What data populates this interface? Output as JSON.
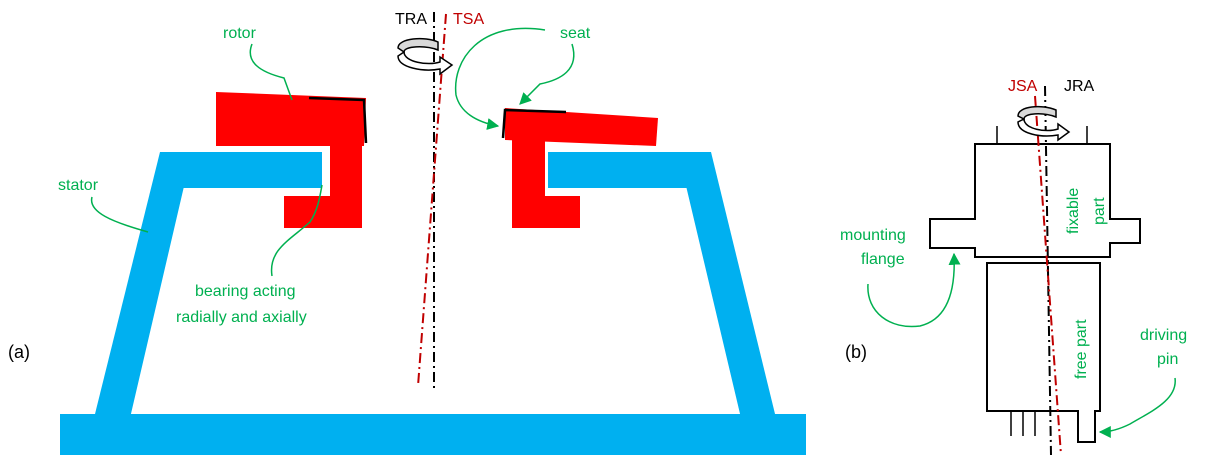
{
  "colors": {
    "stator": "#00b0f0",
    "rotor": "#ff0000",
    "annotation": "#00b050",
    "axis_red": "#c00000",
    "outline": "#000000"
  },
  "panel_a": {
    "label": "(a)",
    "axis_rotation_label": "TRA",
    "axis_symmetry_label": "TSA",
    "rotor_label": "rotor",
    "seat_label": "seat",
    "stator_label": "stator",
    "bearing_label_line1": "bearing acting",
    "bearing_label_line2": "radially and axially"
  },
  "panel_b": {
    "label": "(b)",
    "axis_symmetry_label": "JSA",
    "axis_rotation_label": "JRA",
    "fixable_label_line1": "fixable",
    "fixable_label_line2": "part",
    "free_label": "free part",
    "flange_label_line1": "mounting",
    "flange_label_line2": "flange",
    "pin_label_line1": "driving",
    "pin_label_line2": "pin"
  },
  "icons": [
    "rotation-arrow-icon"
  ]
}
